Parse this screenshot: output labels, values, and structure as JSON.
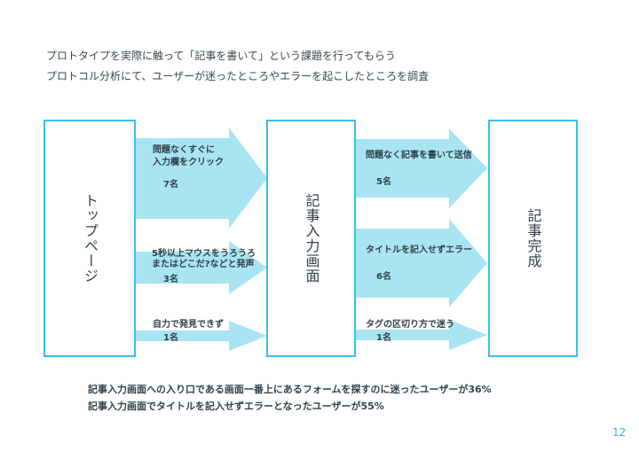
{
  "intro": {
    "line1": "プロトタイプを実際に触って「記事を書いて」という課題を行ってもらう",
    "line2": "プロトコル分析にて、ユーザーが迷ったところやエラーを起こしたところを調査"
  },
  "stages": [
    {
      "title": "トップページ"
    },
    {
      "title": "記事入力画面"
    },
    {
      "title": "記事完成"
    }
  ],
  "transitions": {
    "left": [
      {
        "lines": [
          "問題なくすぐに",
          "入力欄をクリック"
        ],
        "count": "7名"
      },
      {
        "lines": [
          "5秒以上マウスをうろうろ",
          "またはどこだ?などと発声"
        ],
        "count": "3名"
      },
      {
        "lines": [
          "自力で発見できず"
        ],
        "count": "1名"
      }
    ],
    "right": [
      {
        "lines": [
          "問題なく記事を書いて送信"
        ],
        "count": "5名"
      },
      {
        "lines": [
          "タイトルを記入せずエラー"
        ],
        "count": "6名"
      },
      {
        "lines": [
          "タグの区切り方で迷う"
        ],
        "count": "1名"
      }
    ]
  },
  "findings": {
    "line1": "記事入力画面への入り口である画面一番上にあるフォームを探すのに迷ったユーザーが36%",
    "line2": "記事入力画面でタイトルを記入せずエラーとなったユーザーが55%"
  },
  "page_number": "12",
  "colors": {
    "arrow_fill": "#a9e4f3",
    "box_border": "#35bfee",
    "text_dark": "#2e4049",
    "page_number": "#29b5e6"
  }
}
